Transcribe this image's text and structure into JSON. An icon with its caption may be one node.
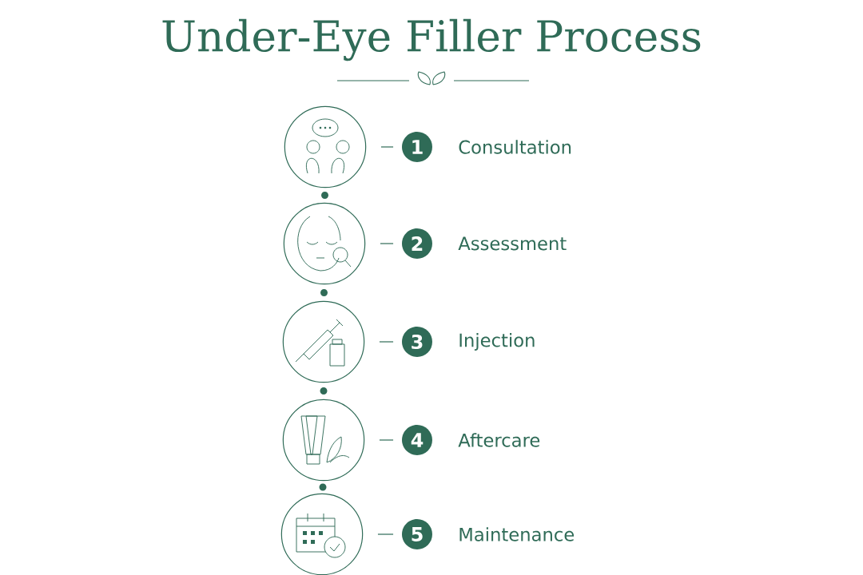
{
  "diagram": {
    "title": "Under-Eye Filler Process",
    "nodes": [
      {
        "text": [],
        "shape": "circle"
      },
      {
        "text": [
          "1"
        ],
        "beside": [
          "Consultation"
        ]
      },
      {
        "text": [],
        "shape": "circle"
      },
      {
        "text": [
          "2"
        ],
        "beside": [
          "Assessment"
        ]
      },
      {
        "text": [],
        "shape": "circle"
      },
      {
        "text": [
          "3"
        ],
        "beside": [
          "Injection"
        ]
      },
      {
        "text": [],
        "shape": "circle"
      },
      {
        "text": [
          "4"
        ],
        "beside": [
          "Aftercare"
        ]
      },
      {
        "text": [],
        "shape": "circle"
      },
      {
        "text": [
          "5"
        ],
        "beside": [
          "Maintenance"
        ]
      }
    ],
    "edges": [
      {
        "from": 0,
        "to": 1,
        "arrow": "none"
      },
      {
        "from": 2,
        "to": 3,
        "arrow": "none"
      },
      {
        "from": 4,
        "to": 5,
        "arrow": "none"
      },
      {
        "from": 6,
        "to": 7,
        "arrow": "none"
      },
      {
        "from": 8,
        "to": 9,
        "arrow": "none"
      }
    ]
  }
}
